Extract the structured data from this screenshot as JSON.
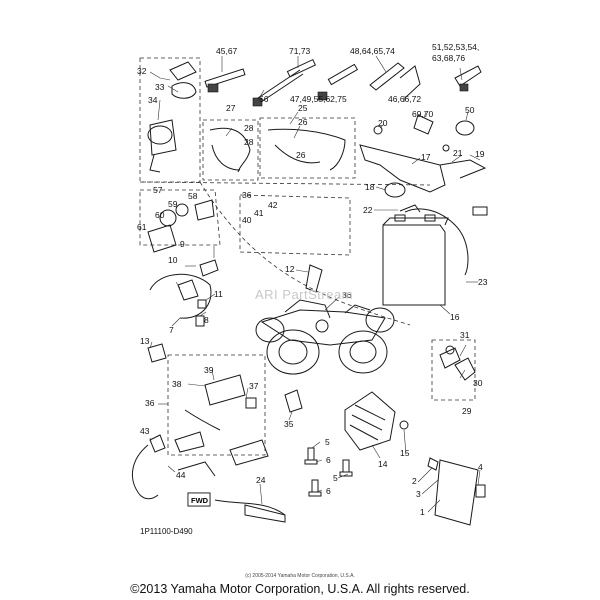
{
  "diagram": {
    "watermark": "ARI PartStream",
    "drawing_code": "1P11100-D490",
    "small_notice": "(c) 2005-2014 Yamaha Motor Corporation, U.S.A.",
    "copyright": "©2013 Yamaha Motor Corporation, U.S.A. All rights reserved.",
    "callouts": {
      "c1": "1",
      "c2": "2",
      "c3": "3",
      "c4": "4",
      "c5a": "5",
      "c5b": "5",
      "c6a": "6",
      "c6b": "6",
      "c7": "7",
      "c8": "8",
      "c9": "9",
      "c10": "10",
      "c11": "11",
      "c12": "12",
      "c13": "13",
      "c14": "14",
      "c15": "15",
      "c16": "16",
      "c17": "17",
      "c18": "18",
      "c19": "19",
      "c20": "20",
      "c21": "21",
      "c22": "22",
      "c23": "23",
      "c24": "24",
      "c25": "25",
      "c26a": "26",
      "c26b": "26",
      "c27": "27",
      "c28a": "28",
      "c28b": "28",
      "c29": "29",
      "c30": "30",
      "c31": "31",
      "c32": "32",
      "c33": "33",
      "c34": "34",
      "c35": "35",
      "c36a": "36",
      "c36b": "36",
      "c36c": "36",
      "c37": "37",
      "c38": "38",
      "c39": "39",
      "c40": "40",
      "c41": "41",
      "c42": "42",
      "c43": "43",
      "c44": "44",
      "c50": "50",
      "c56": "56",
      "c57": "57",
      "c58": "58",
      "c59": "59",
      "c60": "60",
      "c61": "61",
      "g4567": "45,67",
      "g7173": "71,73",
      "g48": "48,64,65,74",
      "g51a": "51,52,53,54,",
      "g51b": "63,68,76",
      "g47": "47,49,55,62,75",
      "g46": "46,66,72",
      "g6970": "69,70"
    },
    "badge": "FWD"
  }
}
